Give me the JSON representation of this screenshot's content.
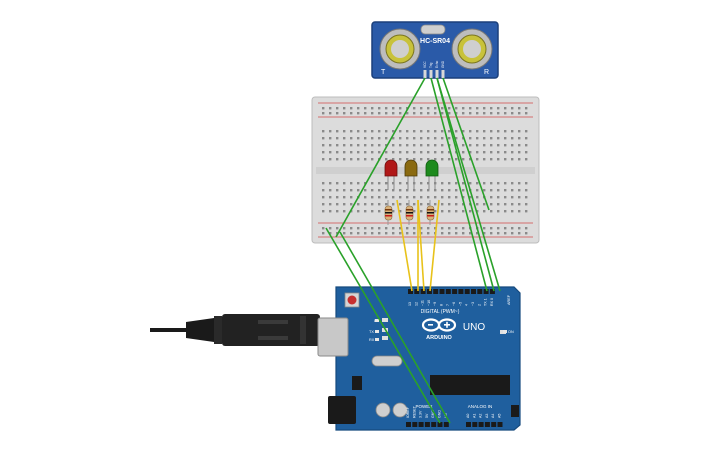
{
  "colors": {
    "sensor_pcb": "#2a5aa8",
    "breadboard": "#dcdcdc",
    "arduino_pcb": "#1f5f9e",
    "wire_green": "#2aa12a",
    "wire_yellow": "#e8c21a",
    "led_red": "#b01818",
    "led_yellow": "#8a6a10",
    "led_green": "#1c8a1c",
    "usb_cable": "#1a1a1a"
  },
  "sensor": {
    "model": "HC-SR04",
    "left_mark": "T",
    "right_mark": "R",
    "pins": [
      "VCC",
      "Trig",
      "Echo",
      "GND"
    ]
  },
  "arduino": {
    "brand": "ARDUINO",
    "model": "UNO",
    "digital_label": "DIGITAL (PWM~)",
    "power_label": "POWER",
    "analog_label": "ANALOG IN",
    "aref": "AREF",
    "gnd": "GND",
    "tx": "TX",
    "rx": "RX",
    "l": "L",
    "on": "ON",
    "digital_pins": [
      "13",
      "12",
      "~11",
      "~10",
      "~9",
      "8",
      "7",
      "~6",
      "~5",
      "4",
      "~3",
      "2",
      "TX 1",
      "RX 0"
    ],
    "power_pins": [
      "IOREF",
      "RESET",
      "3.3V",
      "5V",
      "GND",
      "GND",
      "Vin"
    ],
    "analog_pins": [
      "A0",
      "A1",
      "A2",
      "A3",
      "A4",
      "A5"
    ]
  },
  "leds": [
    "red-led",
    "yellow-led",
    "green-led"
  ],
  "icons": [
    "usb-plug-icon",
    "reset-button-icon",
    "infinity-logo-icon"
  ]
}
